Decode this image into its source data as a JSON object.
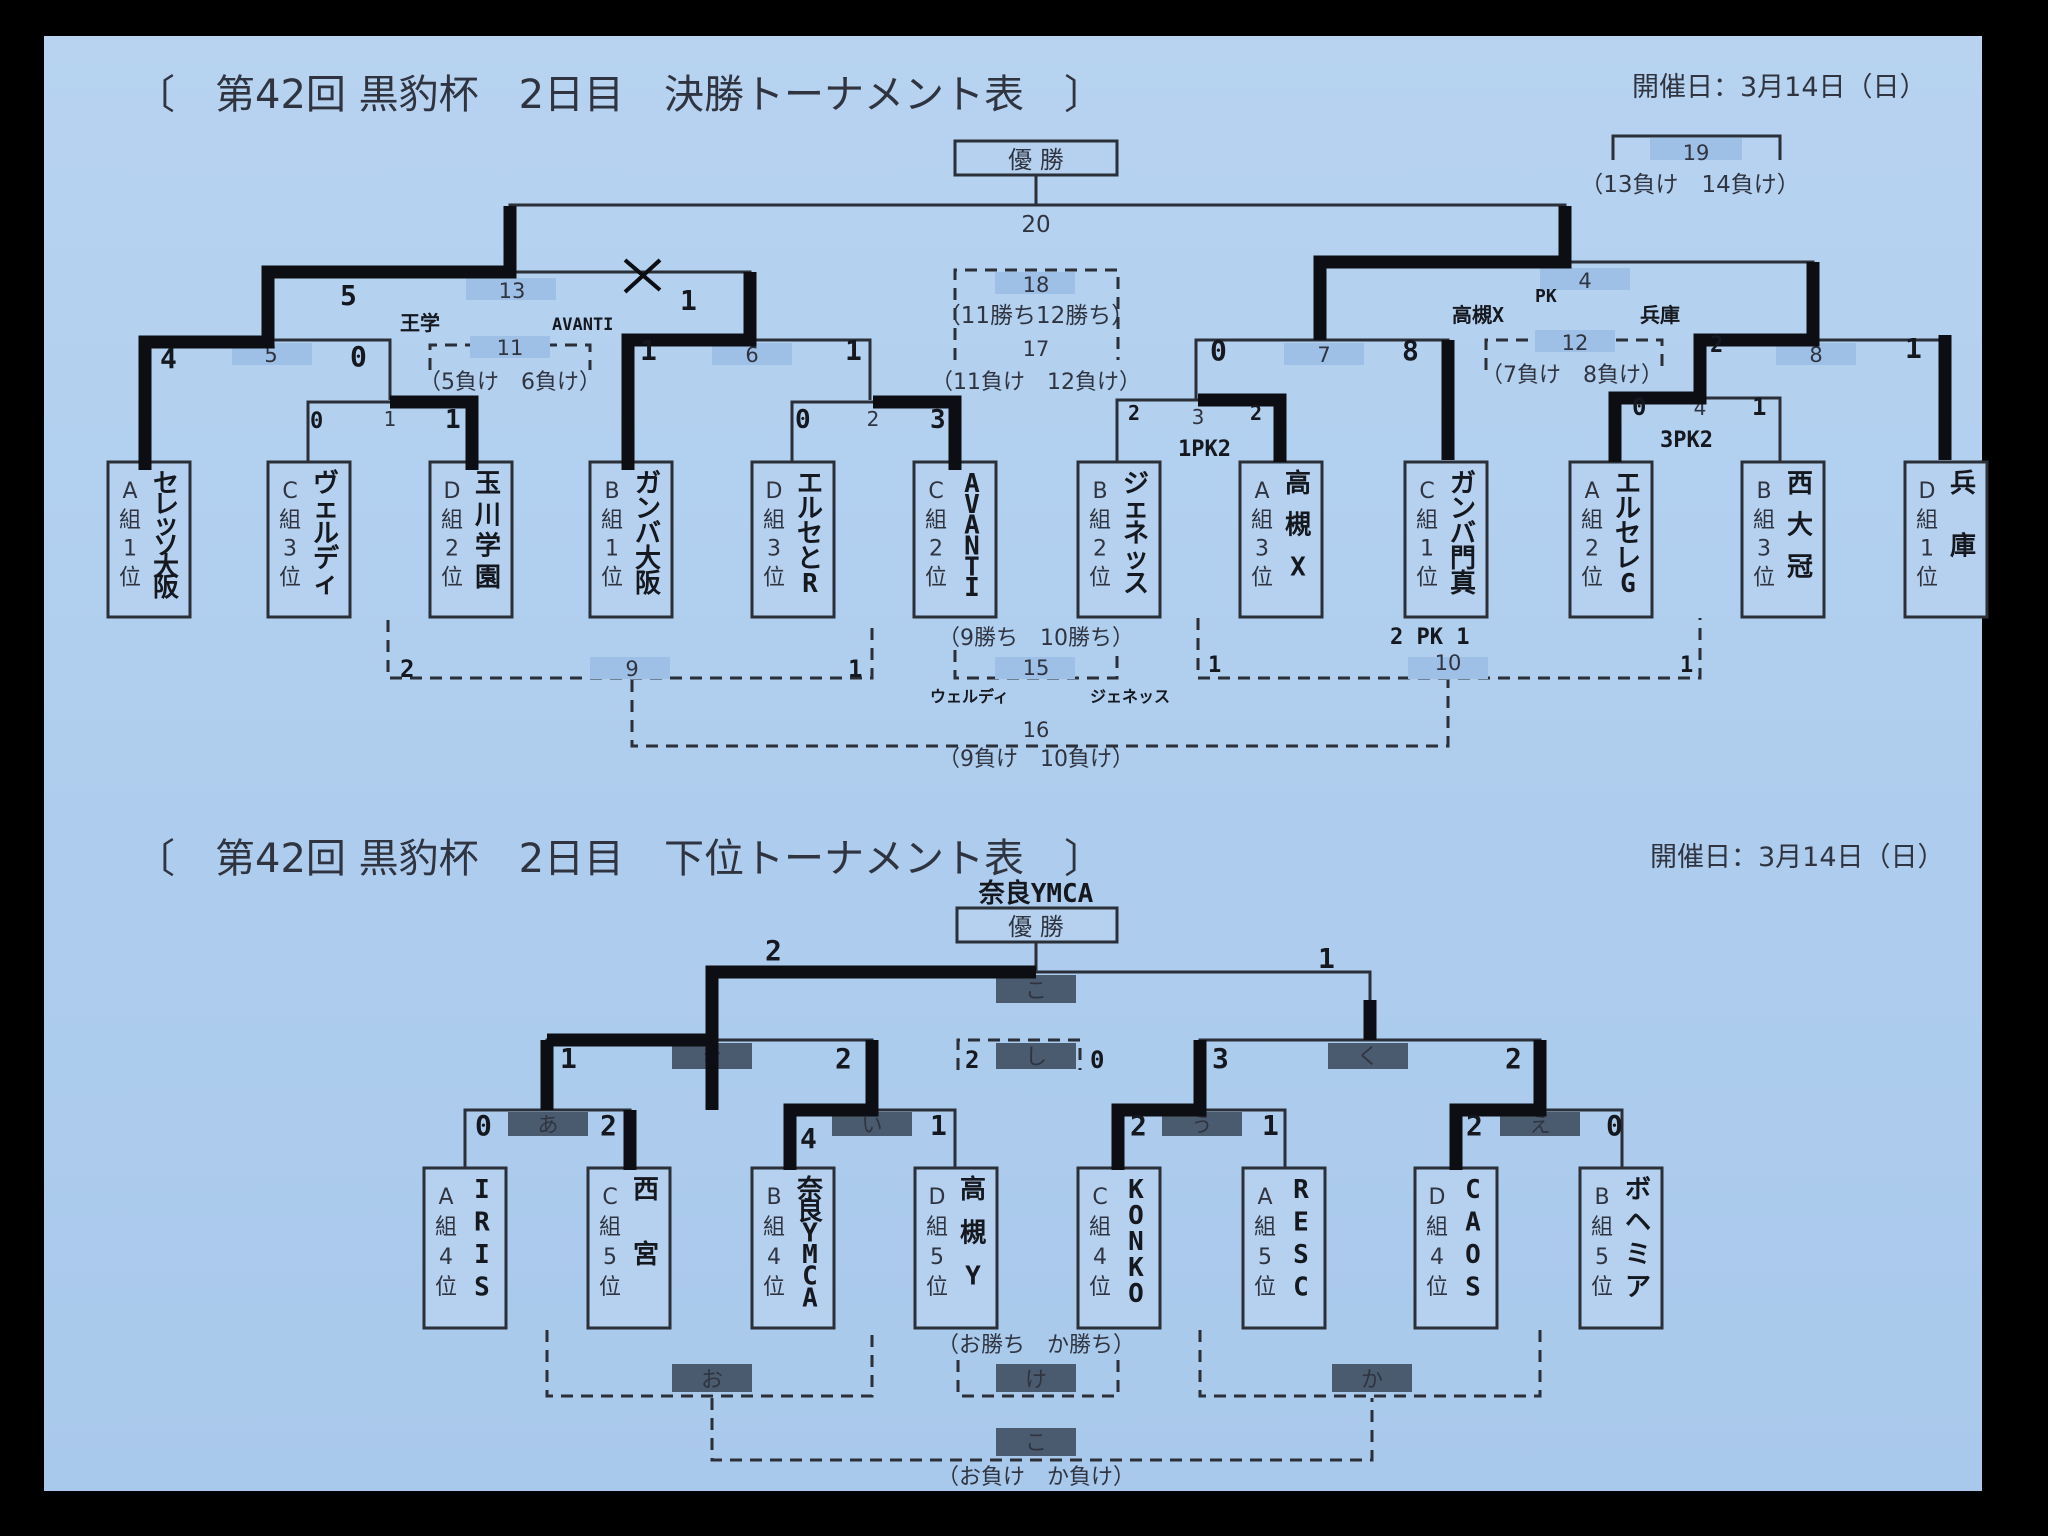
{
  "upper": {
    "title": "〔　第42回 黒豹杯　2日目　決勝トーナメント表　〕",
    "date": "開催日：3月14日（日）",
    "champion_label": "優 勝",
    "match_nums": [
      "20",
      "13",
      "18",
      "17",
      "11",
      "19",
      "4",
      "12",
      "5",
      "6",
      "7",
      "8",
      "1",
      "2",
      "3",
      "9",
      "10",
      "15",
      "16"
    ],
    "notes": {
      "m11": "（5負け　6負け）",
      "m18": "（11勝ち12勝ち）",
      "m17": "（11負け　12負け）",
      "m12": "（7負け　8負け）",
      "m19": "（13負け　14負け）",
      "m15": "（9勝ち　10勝ち）",
      "m16": "（9負け　10負け）"
    },
    "teams": [
      {
        "pos": "A組1位",
        "name": "セレッソ大阪"
      },
      {
        "pos": "C組3位",
        "name": "ヴェルディ"
      },
      {
        "pos": "D組2位",
        "name": "玉川学園"
      },
      {
        "pos": "B組1位",
        "name": "ガンバ大阪"
      },
      {
        "pos": "D組3位",
        "name": "エルセとR"
      },
      {
        "pos": "C組2位",
        "name": "AVANTI"
      },
      {
        "pos": "B組2位",
        "name": "ジェネッス"
      },
      {
        "pos": "A組3位",
        "name": "高槻X"
      },
      {
        "pos": "C組1位",
        "name": "ガンバ門真"
      },
      {
        "pos": "A組2位",
        "name": "エルセレG"
      },
      {
        "pos": "B組3位",
        "name": "西大冠"
      },
      {
        "pos": "D組1位",
        "name": "兵庫"
      }
    ],
    "handwriting": [
      "5",
      "1",
      "4",
      "0",
      "1",
      "3",
      "1",
      "0",
      "2",
      "3",
      "2",
      "1",
      "0",
      "8",
      "2",
      "1",
      "0",
      "1",
      "2",
      "0",
      "2",
      "2",
      "0",
      "1",
      "1",
      "1",
      "王学",
      "AVANTI",
      "高槻X",
      "兵庫",
      "1PK2",
      "3PK2",
      "2 PK 1",
      "PK",
      "ウェルディ",
      "ジェネッス"
    ]
  },
  "lower": {
    "title": "〔　第42回 黒豹杯　2日目　下位トーナメント表　〕",
    "date": "開催日：3月14日（日）",
    "champion_label": "優 勝",
    "winner": "奈良YMCA",
    "match_nums": [
      "こ",
      "き",
      "く",
      "し",
      "あ",
      "い",
      "う",
      "え",
      "お",
      "け",
      "か",
      "こ"
    ],
    "notes": {
      "m_ke": "（お勝ち　か勝ち）",
      "m_ko": "（お負け　か負け）"
    },
    "teams": [
      {
        "pos": "A組4位",
        "name": "IRIS"
      },
      {
        "pos": "C組5位",
        "name": "西宮"
      },
      {
        "pos": "B組4位",
        "name": "奈良YMCA"
      },
      {
        "pos": "D組5位",
        "name": "高槻Y"
      },
      {
        "pos": "C組4位",
        "name": "KONKO"
      },
      {
        "pos": "A組5位",
        "name": "RESC"
      },
      {
        "pos": "D組4位",
        "name": "CAOS"
      },
      {
        "pos": "B組5位",
        "name": "ボヘミア"
      }
    ],
    "handwriting": [
      "2",
      "1",
      "1",
      "2",
      "0",
      "2",
      "4",
      "1",
      "2",
      "1",
      "3",
      "2",
      "2",
      "0",
      "2",
      "0"
    ]
  }
}
